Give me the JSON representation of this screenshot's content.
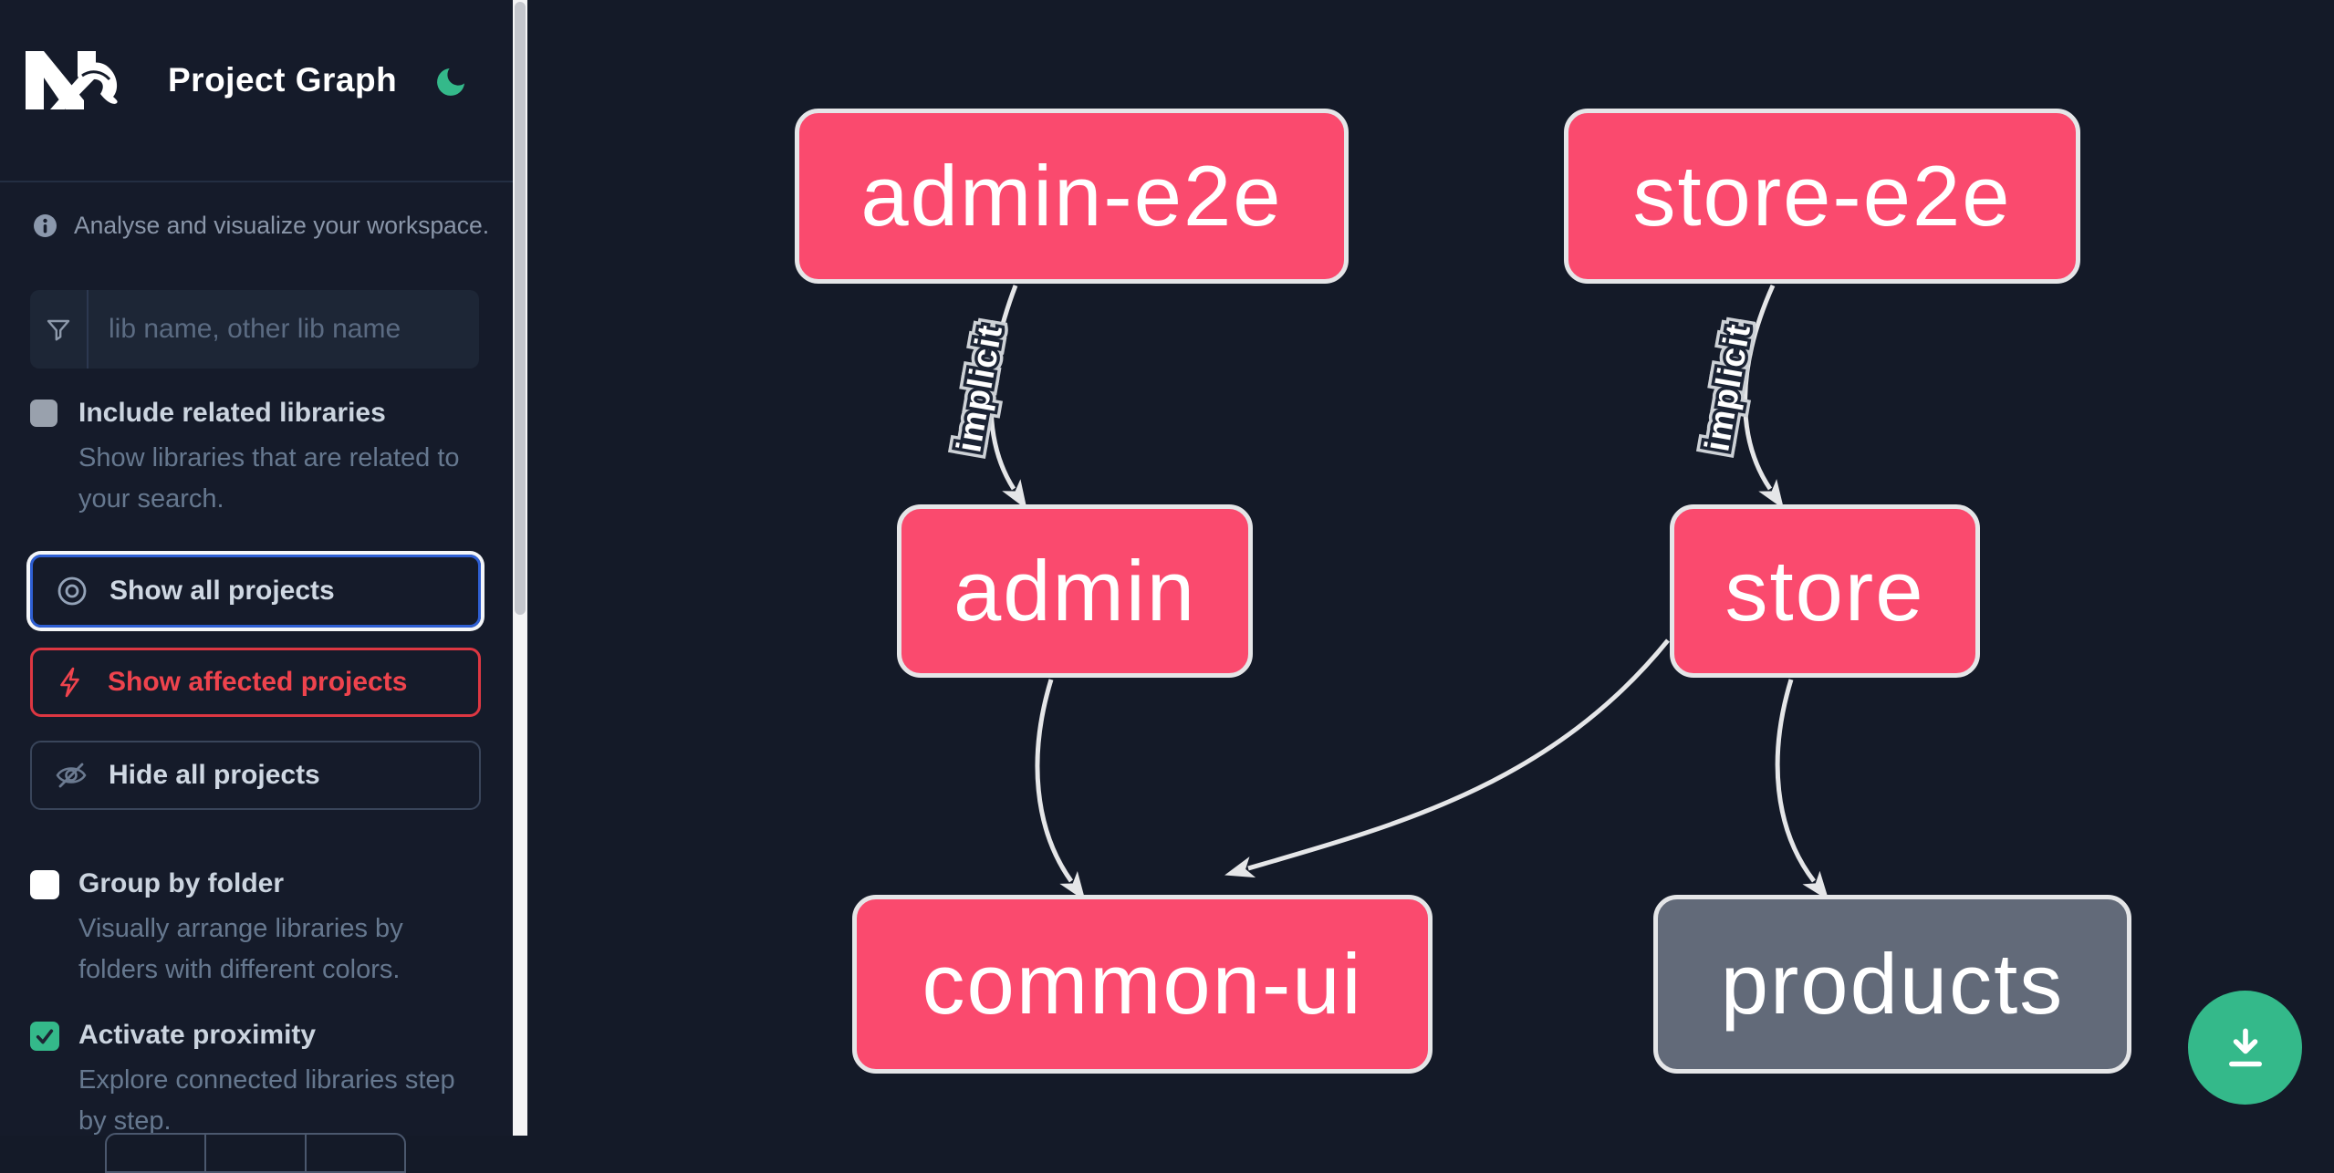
{
  "app": {
    "logo_text": "Nx",
    "title": "Project Graph",
    "tagline": "Analyse and visualize your workspace."
  },
  "search": {
    "placeholder": "lib name, other lib name"
  },
  "options": [
    {
      "id": "include-related-libraries",
      "label": "Include related libraries",
      "description": "Show libraries that are related to your search.",
      "checked": false,
      "checkbox_style": "gray"
    },
    {
      "id": "group-by-folder",
      "label": "Group by folder",
      "description": "Visually arrange libraries by folders with different colors.",
      "checked": false,
      "checkbox_style": "white"
    },
    {
      "id": "activate-proximity",
      "label": "Activate proximity",
      "description": "Explore connected libraries step by step.",
      "checked": true,
      "checkbox_style": "green"
    }
  ],
  "actions": [
    {
      "id": "show-all-projects",
      "label": "Show all projects",
      "icon": "eye-icon",
      "state": "focused"
    },
    {
      "id": "show-affected-projects",
      "label": "Show affected projects",
      "icon": "bolt-icon",
      "state": "danger"
    },
    {
      "id": "hide-all-projects",
      "label": "Hide all projects",
      "icon": "eye-off-icon",
      "state": "default"
    }
  ],
  "graph": {
    "nodes": [
      {
        "id": "admin-e2e",
        "label": "admin-e2e",
        "kind": "app"
      },
      {
        "id": "store-e2e",
        "label": "store-e2e",
        "kind": "app"
      },
      {
        "id": "admin",
        "label": "admin",
        "kind": "app"
      },
      {
        "id": "store",
        "label": "store",
        "kind": "app"
      },
      {
        "id": "common-ui",
        "label": "common-ui",
        "kind": "lib"
      },
      {
        "id": "products",
        "label": "products",
        "kind": "lib-unfocused"
      }
    ],
    "edges": [
      {
        "from": "admin-e2e",
        "to": "admin",
        "label": "implicit"
      },
      {
        "from": "store-e2e",
        "to": "store",
        "label": "implicit"
      },
      {
        "from": "admin",
        "to": "common-ui",
        "label": ""
      },
      {
        "from": "store",
        "to": "common-ui",
        "label": ""
      },
      {
        "from": "store",
        "to": "products",
        "label": ""
      }
    ]
  },
  "colors": {
    "node_pink": "#fa4a6e",
    "node_gray": "#626a79",
    "accent_green": "#34b98a",
    "focus_blue": "#2e5fd3",
    "danger_red": "#dd3742",
    "edge_gray": "#e5e6e8",
    "background": "#141a28"
  },
  "fab": {
    "icon": "download-icon"
  }
}
